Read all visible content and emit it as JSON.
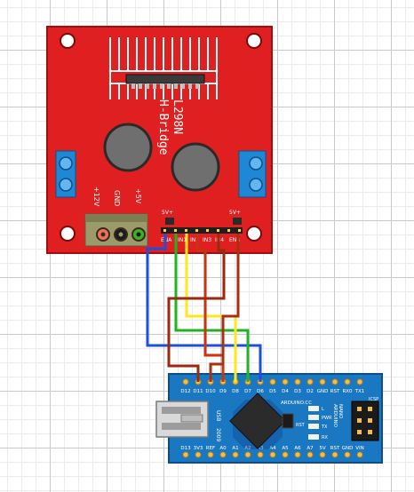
{
  "driver": {
    "title": "L298N",
    "subtitle": "H-Bridge",
    "power_labels": [
      "+12V",
      "GND",
      "+5V"
    ],
    "jumper_labels": [
      "5V+",
      "5V+"
    ],
    "pin_labels": [
      "ENA",
      "IN1",
      "IN2",
      "IN3",
      "IN4",
      "ENB"
    ]
  },
  "nano": {
    "top_pins": [
      "D12",
      "D11",
      "D10",
      "D9",
      "D8",
      "D7",
      "D6",
      "D5",
      "D4",
      "D3",
      "D2",
      "GND",
      "RST",
      "RX0",
      "TX1"
    ],
    "bottom_pins": [
      "D13",
      "3V3",
      "REF",
      "A0",
      "A1",
      "A2",
      "A3",
      "A4",
      "A5",
      "A6",
      "A7",
      "5V",
      "RST",
      "GND",
      "VIN"
    ],
    "usb_label": "USB",
    "brand": "ARDUINO.CC",
    "model_line1": "ARDUINO",
    "model_line2": "NANO",
    "led_labels": [
      "L",
      "PWR",
      "TX",
      "RX"
    ],
    "rst_label": "RST",
    "icsp_label": "ICSP",
    "year_label": "2009"
  },
  "colors": {
    "board_red": "#e02020",
    "board_edge": "#9c1010",
    "nano_blue": "#1a78c2",
    "wire_blue": "#1f4fd8",
    "wire_green": "#21b321",
    "wire_yellow": "#ffe81a",
    "wire_red": "#c9350f",
    "wire_darkred": "#9a2a0e"
  }
}
